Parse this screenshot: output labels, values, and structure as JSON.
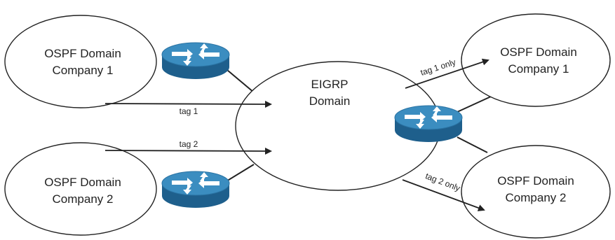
{
  "domains": {
    "left_top": {
      "line1": "OSPF Domain",
      "line2": "Company 1"
    },
    "left_bottom": {
      "line1": "OSPF Domain",
      "line2": "Company 2"
    },
    "center": {
      "line1": "EIGRP",
      "line2": "Domain"
    },
    "right_top": {
      "line1": "OSPF Domain",
      "line2": "Company 1"
    },
    "right_bottom": {
      "line1": "OSPF Domain",
      "line2": "Company 2"
    }
  },
  "tags": {
    "tag1": "tag 1",
    "tag2": "tag 2",
    "tag1_only": "tag 1 only",
    "tag2_only": "tag 2 only"
  },
  "colors": {
    "router_top": "#3b8dc0",
    "router_side": "#1e5f8c",
    "router_arrows": "#ffffff",
    "line": "#222222"
  },
  "icons": {
    "router": "router-icon"
  }
}
